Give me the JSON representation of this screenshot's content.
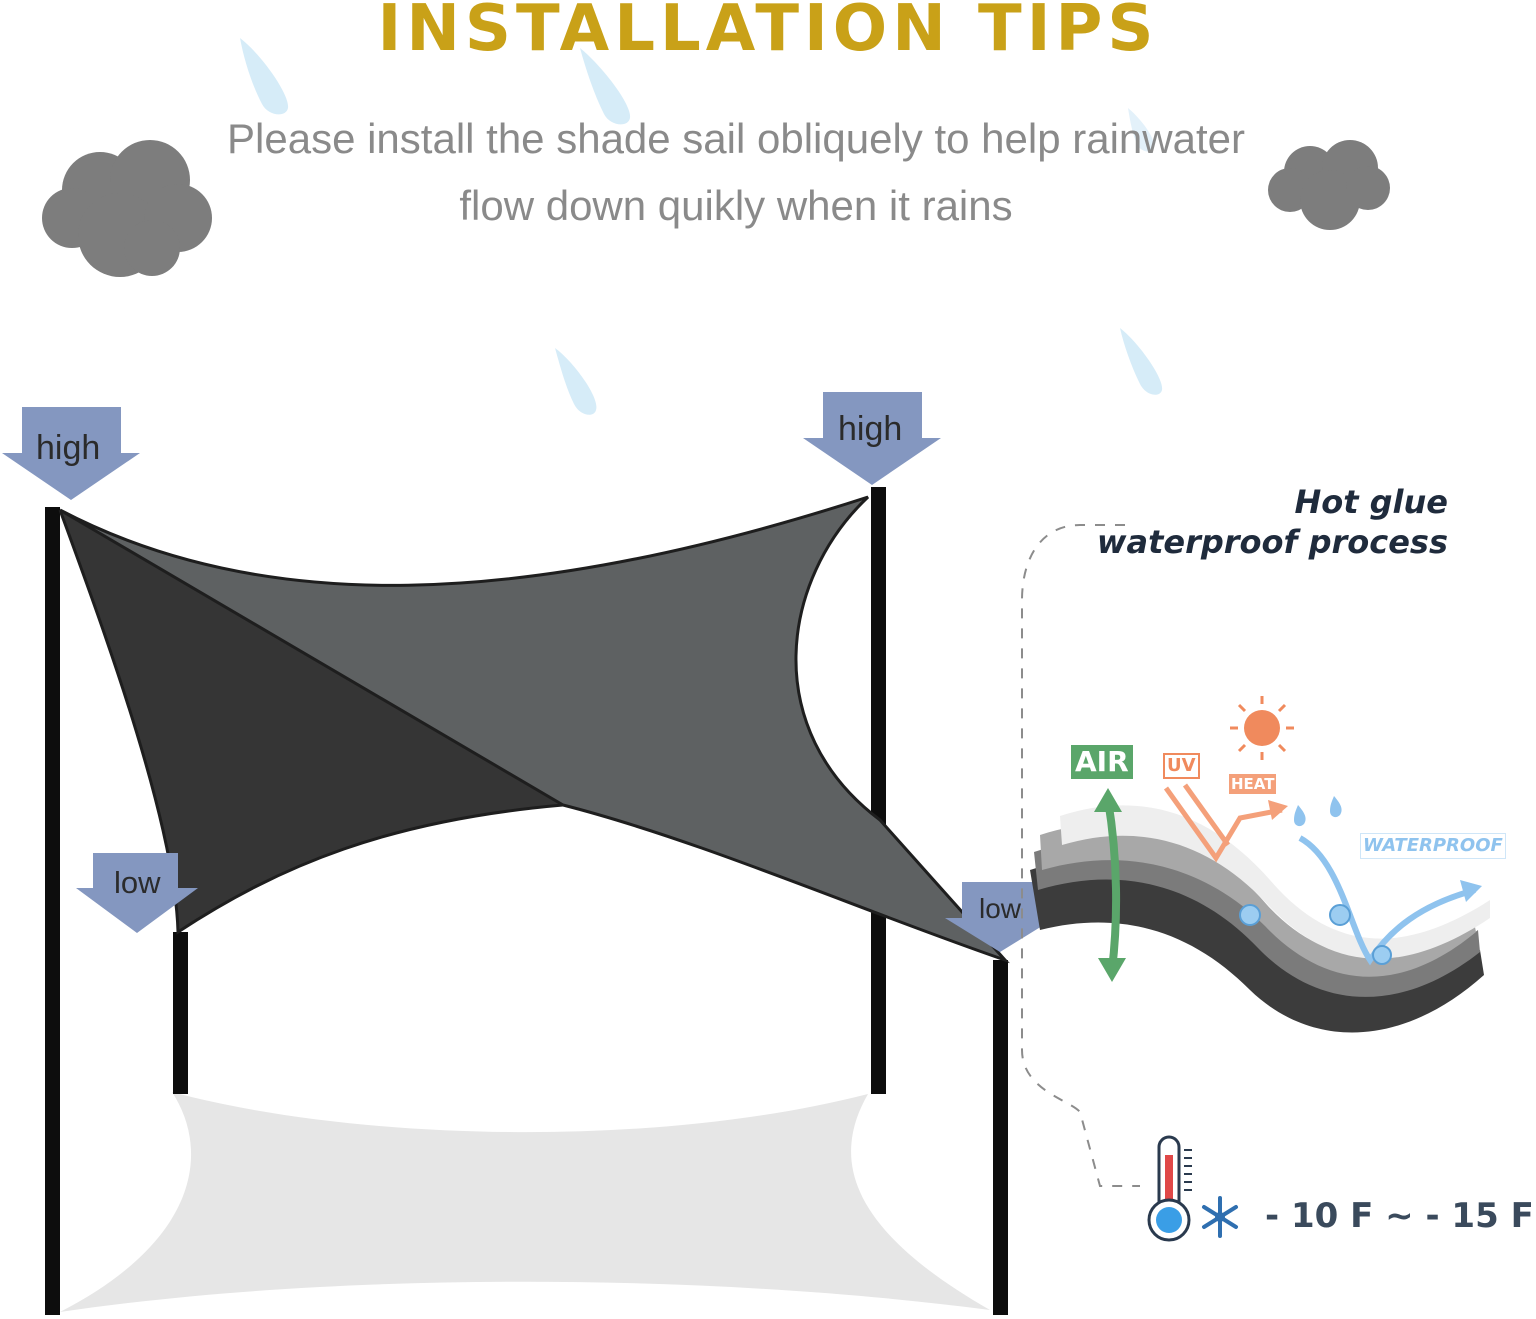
{
  "header": {
    "title": "INSTALLATION TIPS",
    "subtitle_line1": "Please install the shade sail obliquely to help rainwater",
    "subtitle_line2": "flow down quikly when it rains"
  },
  "diagram": {
    "corner_labels": {
      "top_left": "high",
      "top_right": "high",
      "bottom_left": "low",
      "bottom_right": "low"
    }
  },
  "feature": {
    "title_line1": "Hot glue",
    "title_line2": "waterproof process",
    "tags": {
      "air": "AIR",
      "uv": "UV",
      "heat": "HEAT",
      "waterproof": "WATERPROOF"
    },
    "temperature": "- 10 F ~ - 15 F"
  },
  "colors": {
    "title": "#c9a118",
    "subtitle": "#8a8a8a",
    "arrow": "#8497c0",
    "sail_dark": "#353535",
    "sail_mid": "#5e6162",
    "shadow": "#e6e6e6",
    "cloud": "#7d7d7d",
    "raindrop": "#d6ecf8"
  },
  "icons": [
    "cloud-icon",
    "raindrop-icon",
    "sun-icon",
    "thermometer-icon",
    "snowflake-icon"
  ]
}
